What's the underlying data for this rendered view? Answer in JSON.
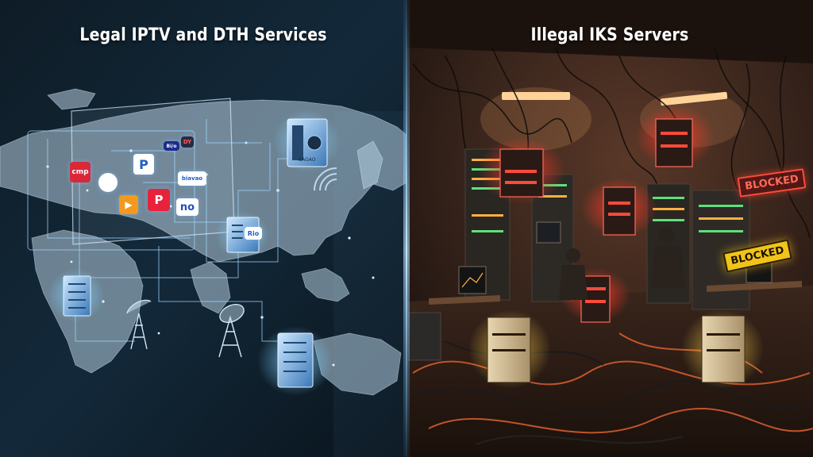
{
  "left_panel": {
    "title": "Legal IPTV and DTH Services",
    "accent_color": "#6ec6ff",
    "apps": [
      {
        "label": "cmp",
        "color": "#d8283a",
        "icon": "red-app-logo"
      },
      {
        "label": "P",
        "color": "#ffffff",
        "icon": "white-p-app-logo"
      },
      {
        "label": "",
        "color": "#ffffff",
        "icon": "blue-circle-app-logo"
      },
      {
        "label": "▶",
        "color": "#f39a1e",
        "icon": "orange-play-app-logo"
      },
      {
        "label": "P",
        "color": "#e8223a",
        "icon": "red-p-app-logo"
      },
      {
        "label": "no",
        "color": "#ffffff",
        "icon": "blue-no-app-logo"
      },
      {
        "label": "Bi/o",
        "color": "#1e2a8a",
        "icon": "small-purple-app-logo"
      },
      {
        "label": "DY",
        "color": "#2a2a40",
        "icon": "small-dy-app-logo"
      },
      {
        "label": "biavao",
        "color": "#ffffff",
        "icon": "biavao-app-logo"
      },
      {
        "label": "Rio",
        "color": "#ffffff",
        "icon": "rio-app-logo"
      }
    ],
    "server_label": "BAGAO"
  },
  "right_panel": {
    "title": "Illegal IKS Servers",
    "accent_color": "#ff4a3a",
    "signs": [
      "BLOCKED",
      "BLOCKED"
    ]
  }
}
